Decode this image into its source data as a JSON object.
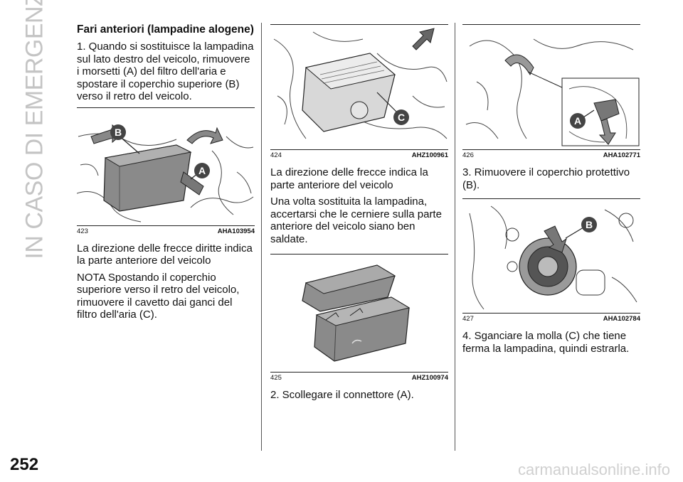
{
  "section_title": "IN CASO DI EMERGENZA",
  "page_number": "252",
  "watermark": "carmanualsonline.info",
  "col1": {
    "heading": "Fari anteriori (lampadine alogene)",
    "p1": "1. Quando si sostituisce la lampadina sul lato destro del veicolo, rimuovere i morsetti (A) del filtro dell'aria e spostare il coperchio superiore (B) verso il retro del veicolo.",
    "fig": {
      "num": "423",
      "ref": "AHA103954",
      "labels": [
        "B",
        "A"
      ]
    },
    "p2": "La direzione delle frecce diritte indica la parte anteriore del veicolo",
    "p3": "NOTA Spostando il coperchio superiore verso il retro del veicolo, rimuovere il cavetto dai ganci del filtro dell'aria (C)."
  },
  "col2": {
    "fig1": {
      "num": "424",
      "ref": "AHZ100961",
      "labels": [
        "C"
      ]
    },
    "p1": "La direzione delle frecce indica la parte anteriore del veicolo",
    "p2": "Una volta sostituita la lampadina, accertarsi che le cerniere sulla parte anteriore del veicolo siano ben saldate.",
    "fig2": {
      "num": "425",
      "ref": "AHZ100974"
    },
    "p3": "2. Scollegare il connettore (A)."
  },
  "col3": {
    "fig1": {
      "num": "426",
      "ref": "AHA102771",
      "labels": [
        "A"
      ]
    },
    "p1": "3. Rimuovere il coperchio protettivo (B).",
    "fig2": {
      "num": "427",
      "ref": "AHA102784",
      "labels": [
        "B"
      ]
    },
    "p2": "4. Sganciare la molla (C) che tiene ferma la lampadina, quindi estrarla."
  }
}
